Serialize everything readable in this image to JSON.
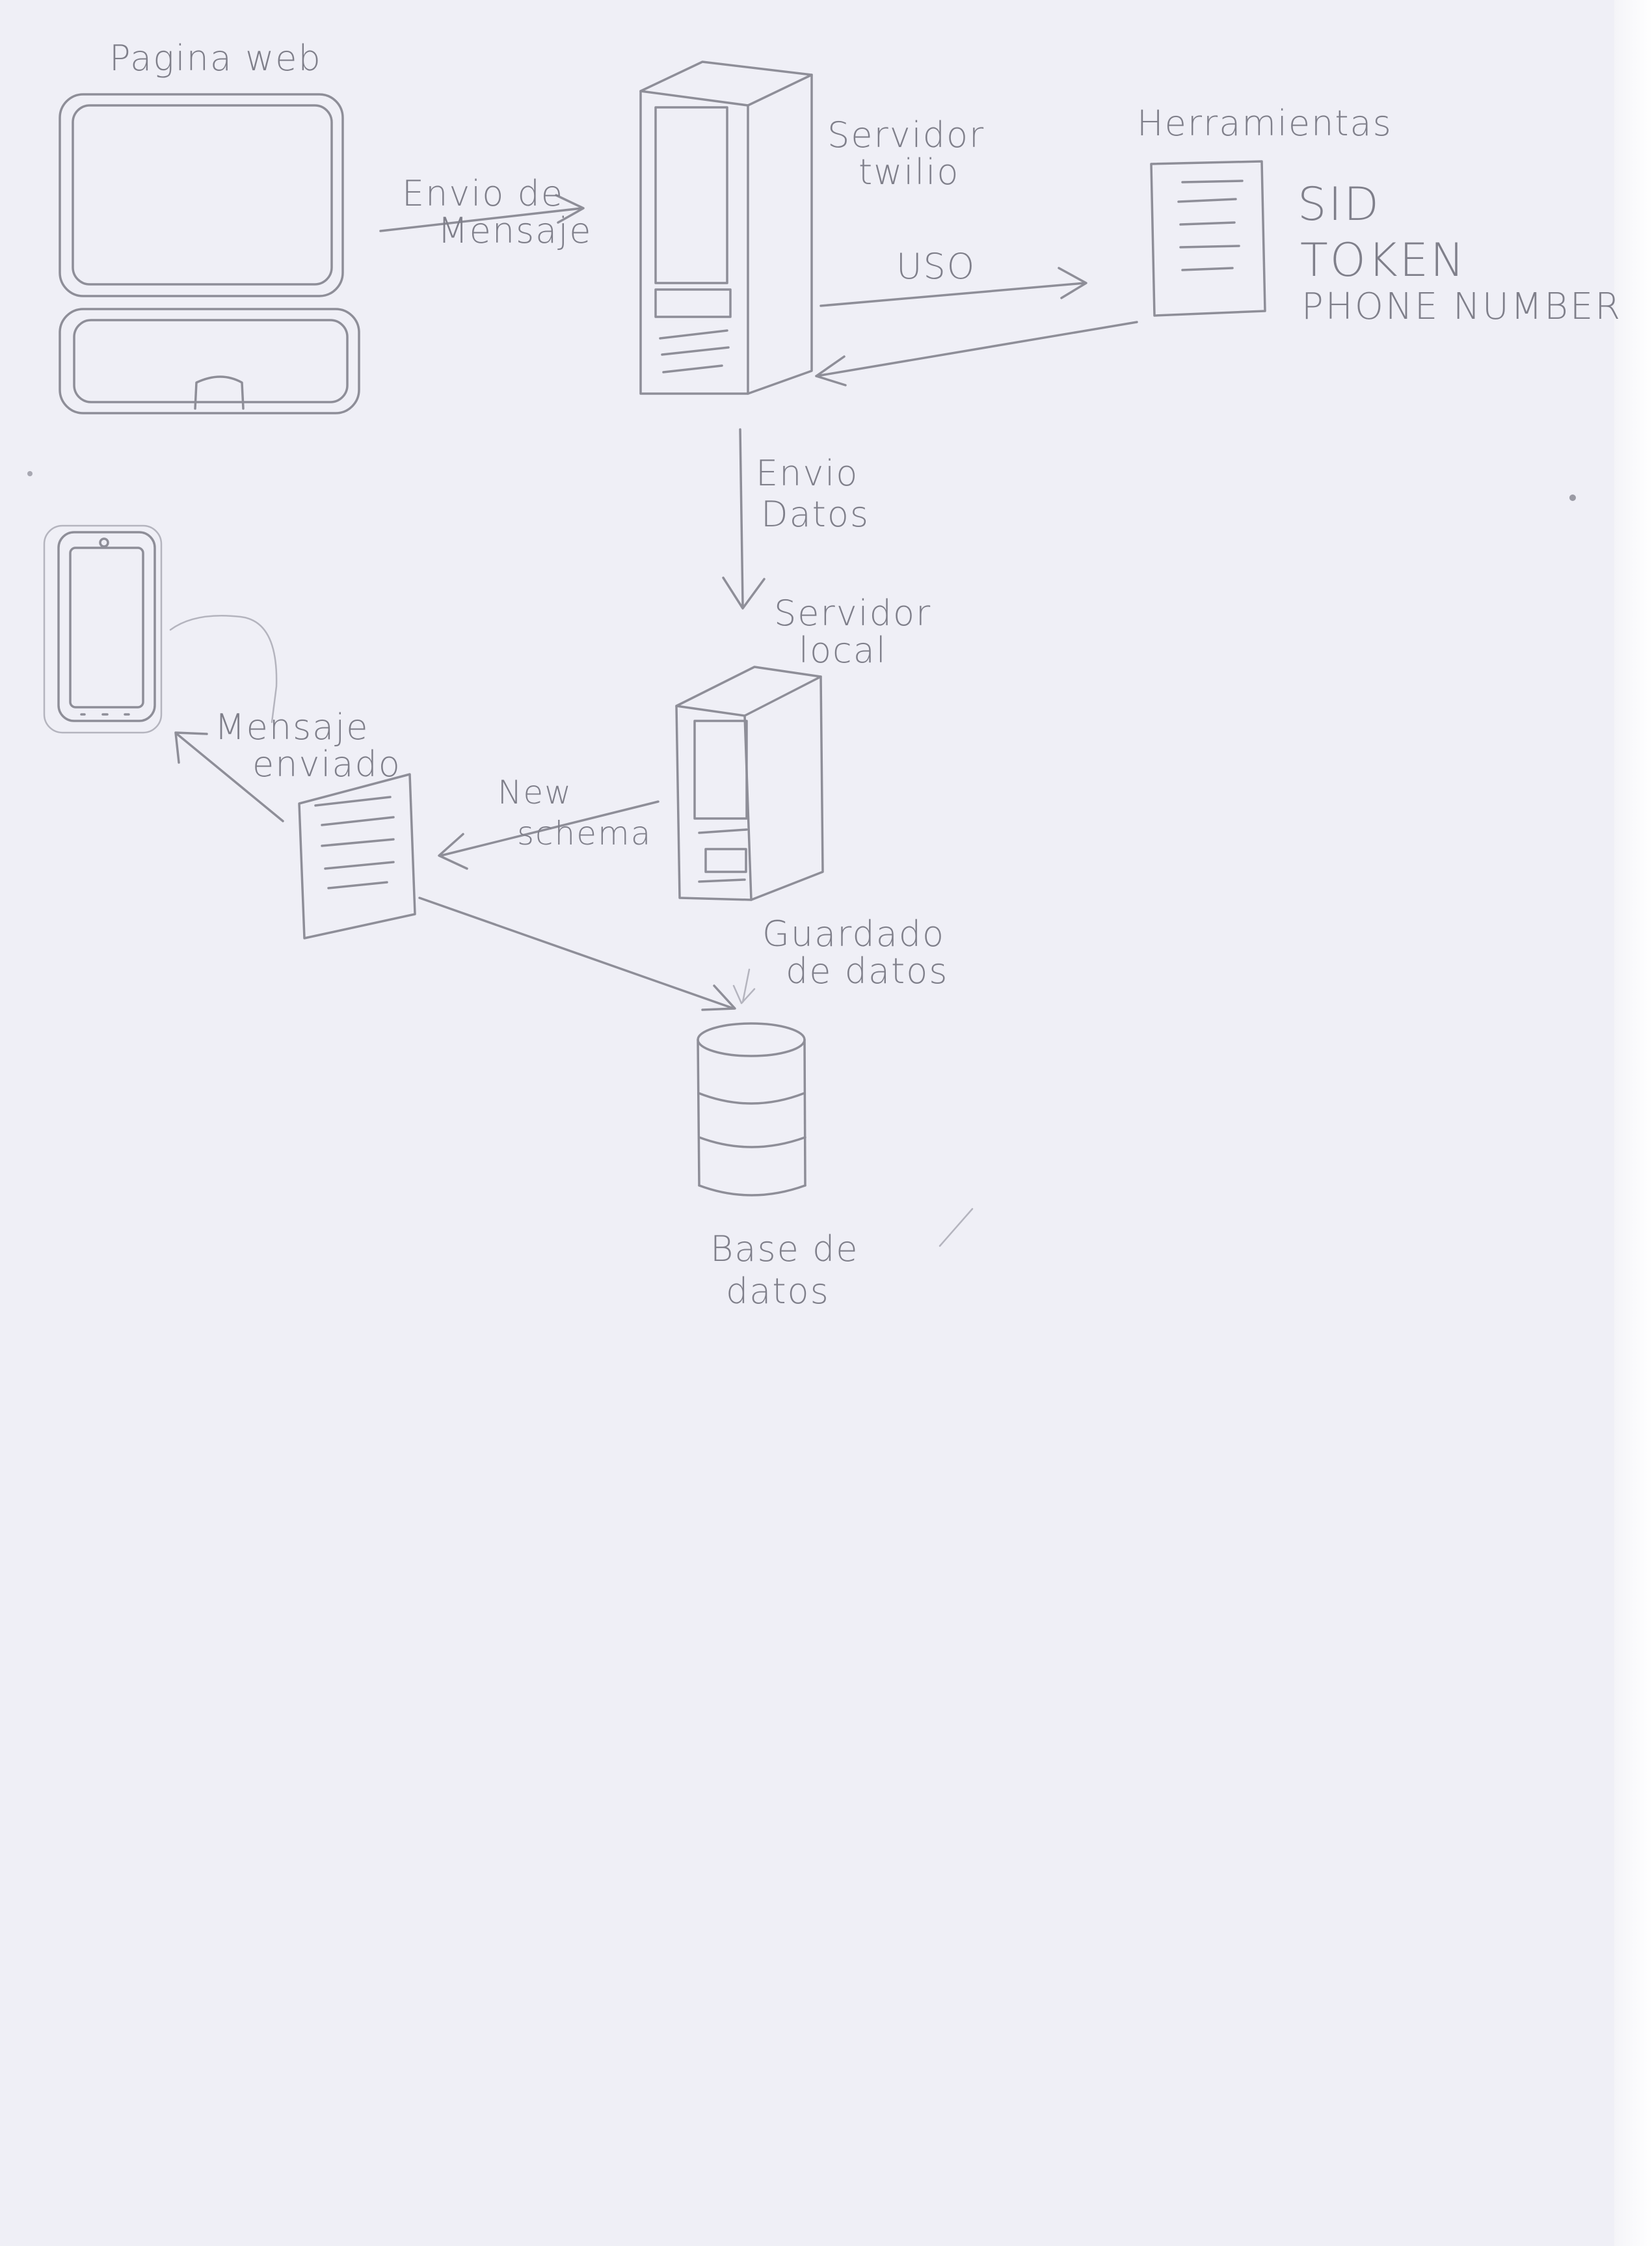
{
  "nodes": {
    "pagina_web": {
      "label": "Pagina web"
    },
    "servidor_twilio": {
      "label_lines": [
        "Servidor",
        "twilio"
      ]
    },
    "herramientas": {
      "label": "Herramientas",
      "fields": [
        "SID",
        "TOKEN",
        "PHONE NUMBER"
      ]
    },
    "servidor_local": {
      "label_lines": [
        "Servidor",
        "local"
      ]
    },
    "mensaje_enviado": {
      "label_lines": [
        "Mensaje",
        "enviado"
      ]
    },
    "base_de_datos": {
      "label_lines": [
        "Base de",
        "datos"
      ]
    }
  },
  "edges": {
    "envio_mensaje": {
      "label_lines": [
        "Envio de",
        "Mensaje"
      ]
    },
    "uso": {
      "label": "USO"
    },
    "envio_datos": {
      "label_lines": [
        "Envio",
        "Datos"
      ]
    },
    "new_schema": {
      "label_lines": [
        "New",
        "schema"
      ]
    },
    "guardado_datos": {
      "label_lines": [
        "Guardado",
        "de datos"
      ]
    }
  },
  "colors": {
    "paper": "#efeff6",
    "pencil": "#8e8e98"
  }
}
